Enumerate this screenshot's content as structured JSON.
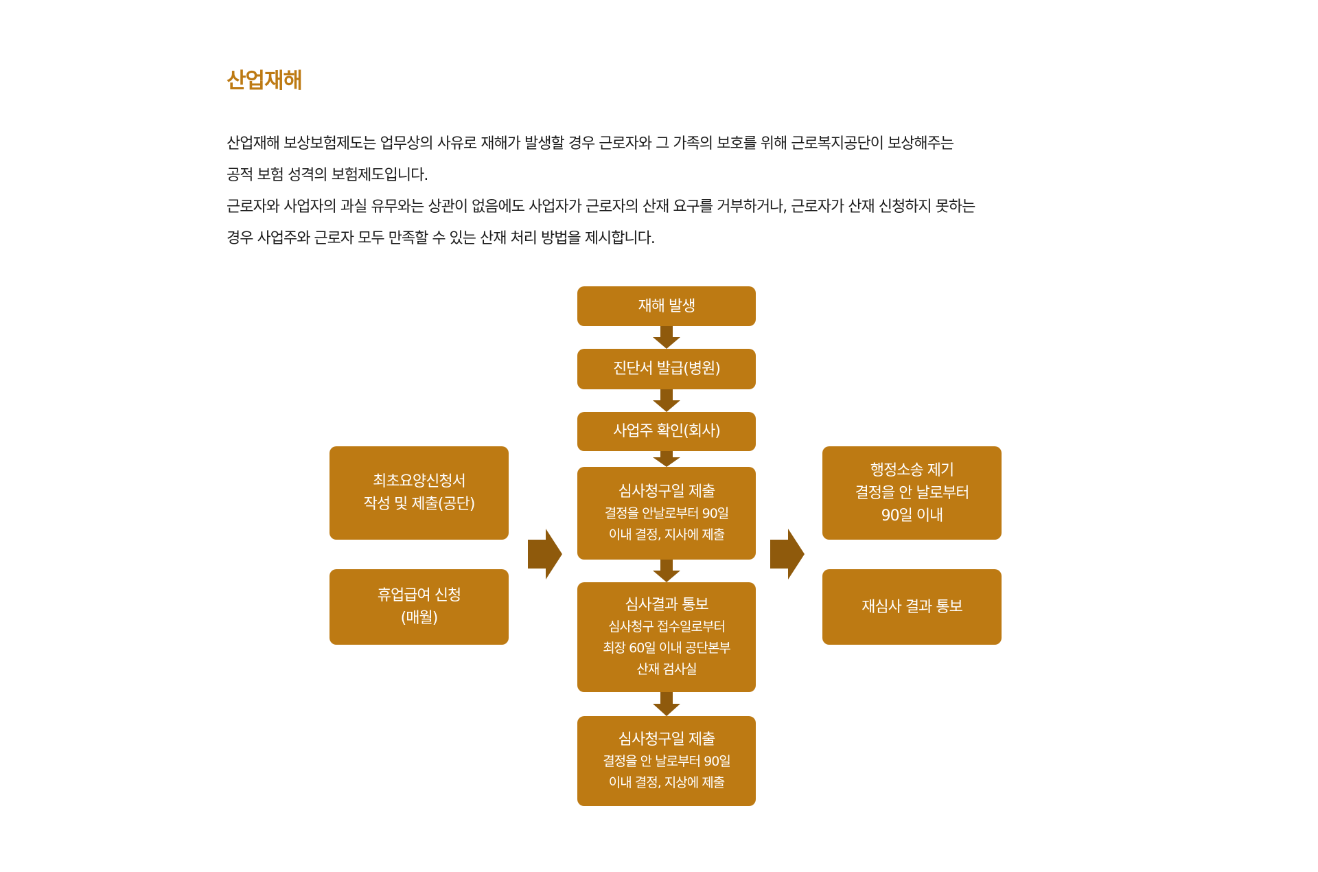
{
  "title": "산업재해",
  "intro": [
    "산업재해 보상보험제도는 업무상의 사유로 재해가 발생할 경우 근로자와 그 가족의 보호를 위해 근로복지공단이 보상해주는",
    "공적 보험 성격의 보험제도입니다.",
    "근로자와 사업자의 과실 유무와는 상관이 없음에도 사업자가 근로자의 산재 요구를 거부하거나, 근로자가 산재 신청하지 못하는",
    "경우 사업주와 근로자 모두 만족할 수 있는 산재 처리 방법을 제시합니다."
  ],
  "flow": {
    "center": [
      {
        "title": "재해 발생",
        "lines": []
      },
      {
        "title": "진단서 발급(병원)",
        "lines": []
      },
      {
        "title": "사업주 확인(회사)",
        "lines": []
      },
      {
        "title": "심사청구일 제출",
        "lines": [
          "결정을 안날로부터 90일",
          "이내 결정, 지사에 제출"
        ]
      },
      {
        "title": "심사결과 통보",
        "lines": [
          "심사청구 접수일로부터",
          "최장 60일 이내 공단본부",
          "산재 검사실"
        ]
      },
      {
        "title": "심사청구일 제출",
        "lines": [
          "결정을 안 날로부터 90일",
          "이내 결정, 지상에 제출"
        ]
      }
    ],
    "left": [
      {
        "lines": [
          "최초요양신청서",
          "작성 및 제출(공단)"
        ]
      },
      {
        "lines": [
          "휴업급여 신청",
          "(매월)"
        ]
      }
    ],
    "right": [
      {
        "lines": [
          "행정소송 제기",
          "결정을 안 날로부터",
          "90일 이내"
        ]
      },
      {
        "lines": [
          "재심사 결과 통보"
        ]
      }
    ]
  },
  "colors": {
    "box": "#bd7a13",
    "arrow": "#8f5a0c",
    "title": "#bd7a13"
  }
}
